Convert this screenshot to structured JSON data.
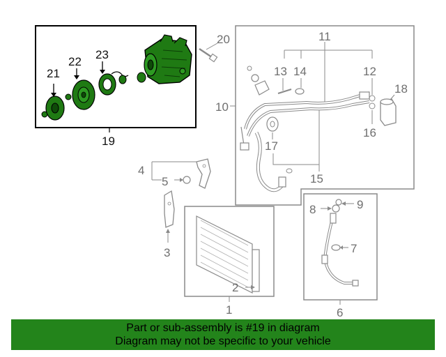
{
  "callouts": {
    "c1": "1",
    "c2": "2",
    "c3": "3",
    "c4": "4",
    "c5": "5",
    "c6": "6",
    "c7": "7",
    "c8": "8",
    "c9": "9",
    "c10": "10",
    "c11": "11",
    "c12": "12",
    "c13": "13",
    "c14": "14",
    "c15": "15",
    "c16": "16",
    "c17": "17",
    "c18": "18",
    "c19": "19",
    "c20": "20",
    "c21": "21",
    "c22": "22",
    "c23": "23"
  },
  "banner": {
    "line1": "Part or sub-assembly is #19 in diagram",
    "line2": "Diagram may not be specific to your vehicle"
  },
  "colors": {
    "highlight_green": "#1f7a13",
    "banner_green": "#23841b",
    "ghost_gray": "#8a8a8a"
  }
}
